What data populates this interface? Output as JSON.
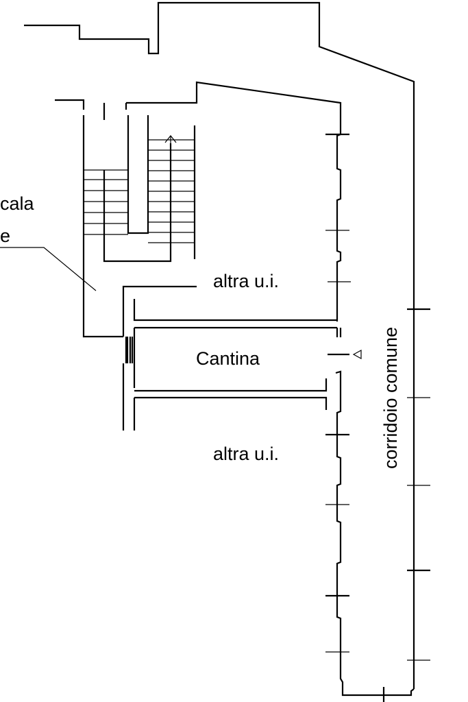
{
  "labels": {
    "scala_line1": "cala",
    "scala_line2": "e",
    "room_upper": "altra u.i.",
    "room_cantina": "Cantina",
    "room_lower": "altra u.i.",
    "corridor": "corridoio  comune"
  }
}
